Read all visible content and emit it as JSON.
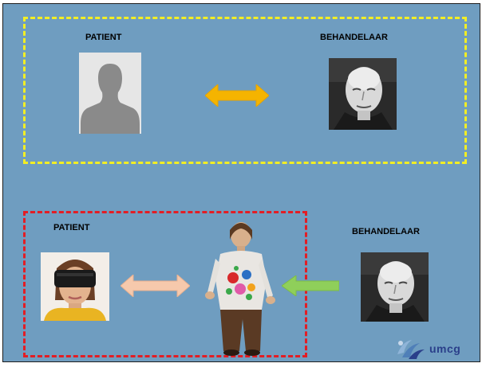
{
  "top_group": {
    "patient_label": "PATIENT",
    "behandelaar_label": "BEHANDELAAR",
    "border_color": "#f2ee24",
    "arrow_color": "#f5b400",
    "arrow_type": "double-headed"
  },
  "bottom_group": {
    "patient_label": "PATIENT",
    "behandelaar_label": "BEHANDELAAR",
    "border_color": "#e31d24",
    "peach_arrow_color": "#f6c9ac",
    "peach_arrow_type": "double-headed",
    "green_arrow_color": "#8fcf5a",
    "green_arrow_type": "left-pointing"
  },
  "background_color": "#6f9dc0",
  "logo": {
    "text": "umcg",
    "icon": "umcg-logo-icon"
  }
}
